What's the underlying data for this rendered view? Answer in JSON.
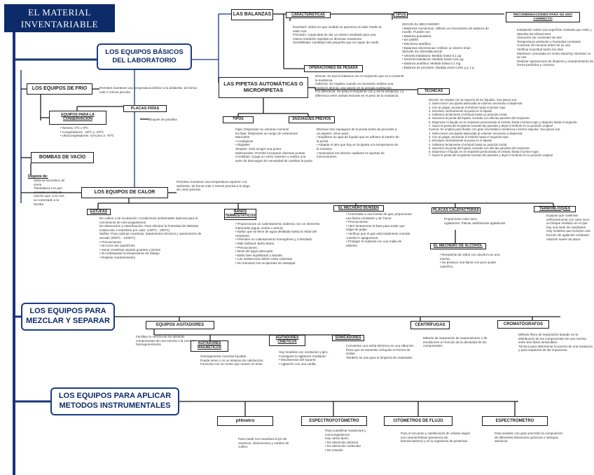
{
  "title": "EL MATERIAL INVENTARIABLE",
  "sections": {
    "basic": "LOS EQUIPOS BÁSICOS DEL LABORATORIO",
    "mix": "LOS EQUIPOS PARA MEZCLAR Y SEPARAR",
    "instr": "LOS EQUIPOS PARA APLICAR METODOS INSTRUMENTALES"
  },
  "frio": {
    "title": "LOS EQUIPOS DE FRIO",
    "desc": "Permiten mantener una temperatura inferior a la ambiente, de forma más o menos precisa.",
    "conservacion": "EQUIPOS PARA LA CONSERVACIÓN",
    "conservacion_items": "• Nevera: 4ºC y 8ºC\n• Congeladores: -18ºC y -20ºC\n• Ultracongeladores: Cercano a -70ºC",
    "placas": "PLACAS FRÍAS",
    "placas_desc": "Bloques de parafina"
  },
  "vacio": {
    "title": "BOMBAS DE VACÍO",
    "dispone": "Dispone de:",
    "dispone_text": "Sistema hermético de cierre\nTubuladura a la que conectar un tubo de caucho que, a su vez, va conectado a la bomba"
  },
  "calor": {
    "title": "LOS EQUIPOS DE CALOR",
    "desc": "Permiten mantener una temperatura superior a la ambiente, de forma más o menos precisa a lo largo de cierto periodo.",
    "estufas": "ESTUFAS",
    "estufas_text": "De cultivo o de incubación: Condiciones ambientales óptimas para el crecimiento de microorganismos\nDe desecación y esterilización: Para eliminar la humedad de distintas sustancias o esterilizar por calor. (100ºC - 200ºC)\nMuflas: Para calcinar muestras, tratamientos técnicos y operaciones de secado (200ºC - 1400ºC)\n   • Precauciones:\n      • No tocar las superficies\n      • Sacar muestras usando guantes y pinzas\n      • No sobrepasar la temperatura de trabajo\n      • Realizar mantenimiento",
    "banos": "BAÑOS TERMOSTÁTICOS",
    "banos_text": "• Proporcionan un calentamiento indirecto con un elemento intermedio (agua, aceite o arena)\n• Bañar que se llene de agua destilada hasta la mitad del recipiente\n• Permiten un calentamiento homogéneo y controlado\n• Más habitual: Baño María\n• Precauciones:\n   • Nivel del agua adecuado\n   • Baño bien equilibrado y situado\n   • Las resistencias deben estar cubiertas\n   • No introducir los recipientes sin destapar",
    "mechero": "EL MECHERO BUNSEN",
    "mechero_text": "• Conectado a una fuente de gas, proporciona una llama constante y sin humo\n• Precauciones:\n   • Abrir lentamente la llave para evitar que salga de golpe\n   • Verificar que el gas está totalmente cerrado cuando lo apaguemos.\n   • Proteger el material con una malla de asbesto",
    "placas": "PLACAS CALEFACTORAS",
    "placas_text": "Proporciona calor seco.\nAgitadores: Placas calefactoras agitadoras.",
    "alcohol": "EL MECHERO DE ALCOHOL",
    "alcohol_text": "• Recipiente de vidrio con alcohol con una mecha.\n• Se produce una llama con poco poder calorífico.",
    "termobloques": "TERMOBLOQUES",
    "termobloques_text": "Equipos que calientan uniformemente con calor seco un bloque metálico en el que hay una serie de cavidades.\nHay modelos que incluyen una función de agitación mediante rotación suave de placa"
  },
  "balanzas": {
    "title": "LAS BALANZAS",
    "caracteristicas": "CARACTERÍSTICAS",
    "caract_text": "Exactitud: Indica en que medida se aproxima el valor medio al valor real.\nPrecisión: Capacidad de dar un mismo resultado para una misma medición repetida en diversas ocasiones.\nSensibilidad: Cantidad más pequeña que es capaz de medir",
    "operaciones": "OPERACIONES DE PESADA",
    "operaciones_text": "Directa: Se tara la balanza con el recipiente que va a contener la sustancia.\nIndirecta: Se registra cuando es necesario realizar una medición directa, una opción es la pesada sustitución.\nPor diferencia: Se pesa el recipiente con y sin la sustancia. La diferencia entre ambas lecturas es el peso de la sustancia.",
    "tipos": "TIPOS",
    "tipos_text": "SEGÚN EL MECANISMO:\n• Balanzas mecánicas: Utilizan un mecanismo de palanca de muelle. Pueden ser:\n   • Balanza granataria\n   • De platillo\n   • Mecánica analítica\n• Balanzas electrónicas: Utilizan un electro imán\nSEGÚN SU SENSIBILIDAD:\n• Ultramicrobalanza: Medida hasta 0,1 μg\n• Semimicrobalanza: Medida hasta 0,01 μg\n• Balanza analítica: Medida hasta 0,1 mg\n• Balanza de precisión: Medida entre 0,001 g y 1 g",
    "recomendaciones": "RECOMENDACIONES PARA SU USO CORRECTO",
    "recom_text": "Instalación sobre una superficie nivelada que evite y absorba las vibraciones\nUbicación sin corrientes de aire\nTemperatura ambiente y humedad constante\nConectar 30 minutos antes de su uso\nVerificar exactitud todos los días\nMantener conectada en modo stand-by mientras no se use\nRealizar operaciones de limpieza y mantenimiento de forma periódica y correcta"
  },
  "pipetas": {
    "title": "LAS PIPETAS AUTOMÁTICAS O MICROPIPETAS",
    "tipos": "TIPOS",
    "tipos_text": "Fijas: Dispensan su volumen nominal\nNo fijas: Dispensan un rango de volúmenes\nManuales:\n   • Analógicas\n   • Digitales\nSimples: Solo acoger una punta\nMulticanales: Permite incorporar diversas puntas\nCombitips: Carga un cierto volumen y realiza una serie de descargas sin necesidad de cambiar la punta",
    "enjuagues": "ENJUAGUES PREVIOS",
    "enjuagues_text": "Efectuar dos enjuagues de la punta antes de proceder a un pipeteo. Sirve para:\n• Equilibrar la capa de líquido que se adhiere al interior de la punta\n• Adaptar el aire que hay en la pipeta a la temperatura de la muestra.\n• Neutralizar los efectos capilares en pipetas de microvolumen.",
    "tecnicas": "TÉCNICAS",
    "tecnicas_text": "Directa: Se emplea con la mayoría de los líquidos. Sus pasos son:\n   1. Seleccionar una pipeta adecuada al volumen necesario a dispensar\n   2. Con el pulgar, presionar el émbolo hasta el primer tope.\n   3. Introducir verticalmente la punta en el líquido\n   4. Soltamos lentamente el émbolo hasta su posición inicial.\n   5. Sacamos la punta del líquido, tocando con ella las paredes del recipiente.\n   6. Dispensar el líquido en el recipiente presionando el émbolo hasta el primer tope y después hasta el segundo.\n   7. Sacar la punta del recipiente tocando las paredes y dejar el émbolo en su posición original\nInversa: Se emplea para fluidos con gran viscosidad o tendencia a formar espuma. Sus pasos son:\n   1. Seleccionar una pipeta adecuada al volumen necesario a dispensar\n   2. Con el pulgar, presionar el émbolo hasta el segundo tope.\n   3. Introducir verticalmente la punta en el líquido\n   4. Soltamos lentamente el émbolo hasta su posición inicial.\n   5. Sacamos la punta del líquido, tocando con ella las paredes del recipiente\n   6. Dispensar el líquido en el recipiente presionando el émbolo hasta el primer tope.\n   7. Sacar la punta del recipiente tocando las paredes y dejar el émbolo en su posición original"
  },
  "mezclar": {
    "agitadores": "EQUIPOS AGITADORES",
    "agitadores_text": "Facilitan la mezcla de los distintos componentes de una mezcla o la correcta homogeneización",
    "magneticos": "AGITADORES MAGNÉTICOS",
    "magneticos_text": "Homogeneizar mezclas líquidas.\nPuede tener o no un sistema de calefacción.\nFunciona con un motor que mueve un imán.",
    "cineticos": "AGITADORES CINÉTICOS",
    "cineticos_text": "Hay modelos con oscilación y giro.\nConsiguen la agitación mediante:\n• Movimientos del soporte.\n• Agitación con una varilla.",
    "sonicadores": "SONICADORES",
    "sonicadores_text": "Convierten una señal eléctrica en una vibración física que se transmite al líquido en forma de ondas.\nTambién se usa para la limpieza de materiales.",
    "centrifugas": "CENTRÍFUGAS",
    "centrifugas_text": "Método de separación de suspensiones o de emulsiones en función de la densidad de los componentes.",
    "cromatografos": "CROMATÓGRAFOS",
    "cromatografos_text": "Método físico de separación basado en la distribución de los componentes de una mezcla entre dos fases inmiscibles.\nTécnica para determinar la pureza de una sustancia y para separarla de las impurezas."
  },
  "instrumental": {
    "phmetro": "pHmetro",
    "phmetro_text": "Para medir con exactitud el pH de reactivos, disoluciones y medios de cultivo.",
    "espectrofotometro": "ESPECTROFOTÓMETRO",
    "espectrofotometro_text": "Para cuantificar sustancias y microorganismos.\nHay varios tipos:\n• De absorción atómica\n• De absorción molecular\n• De emisión",
    "citometros": "CITÓMETROS DE FLUJO",
    "citometros_text": "Para el recuento y clasificación de células según sus características (presencia de biomarcadores) y en la ingeniería de proteínas",
    "espectrometro": "ESPECTRÓMETRO",
    "espectrometro_text": "Para analizar con gran precisión la composición de diferentes elementos químicos e isótopos atómicos"
  }
}
